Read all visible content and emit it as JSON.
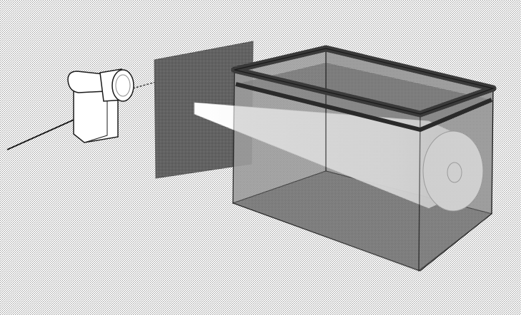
{
  "figure": {
    "colors": {
      "background_dither": "#c8c8c8",
      "outline": "#1a1a1a",
      "screen_panel": "#6e6e6e",
      "tank_rim": "#3a3a3a",
      "beam": "#ffffff",
      "projector_body": "#ffffff"
    },
    "elements": [
      "projector",
      "power-cord",
      "screen-panel",
      "glass-tank",
      "light-beam"
    ]
  }
}
